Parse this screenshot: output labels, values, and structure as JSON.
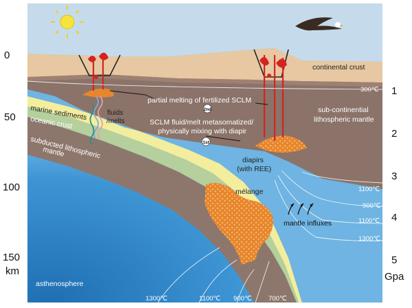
{
  "depth_axis": {
    "ticks": [
      "0",
      "50",
      "100",
      "150"
    ],
    "unit": "km"
  },
  "pressure_axis": {
    "ticks": [
      "1",
      "2",
      "3",
      "4",
      "5"
    ],
    "unit": "Gpa"
  },
  "labels": {
    "continental_crust": "continental crust",
    "sclm_line1": "sub-continential",
    "sclm_line2": "lithospheric mantle",
    "partial_melting": "partial melting of fertilized SCLM",
    "step_2nd": "2nd",
    "metasomatized_line1": "SCLM fluid/melt metasomatized/",
    "metasomatized_line2": "physically mixing with diapir",
    "step_1st": "1st",
    "fluids_line1": "fluids",
    "fluids_line2": "/melts",
    "marine_sediments": "marine sediments",
    "oceanic_crust": "oceanic crust",
    "subducted_line1": "subducted lithospheric",
    "subducted_line2": "mantle",
    "diapirs_line1": "diapirs",
    "diapirs_line2": "(with REE)",
    "melange": "mélange",
    "mantle_influxes": "mantle influxes",
    "asthenosphere": "asthenosphere"
  },
  "isotherms": {
    "right": [
      "300℃",
      "1100℃",
      "900℃",
      "1100℃",
      "1300℃"
    ],
    "bottom": [
      "1300℃",
      "1100℃",
      "900℃",
      "700℃"
    ]
  },
  "colors": {
    "sky": "#c4d9ea",
    "crust": "#e8c9a2",
    "sclm": "#8a7168",
    "asthenosphere": "#2f88cc",
    "sediments": "#f3efa0",
    "oceanic_crust": "#b7cf9f",
    "subducted_mantle": "#8b756b",
    "melange": "#e8862e",
    "magma": "#d4241f"
  }
}
